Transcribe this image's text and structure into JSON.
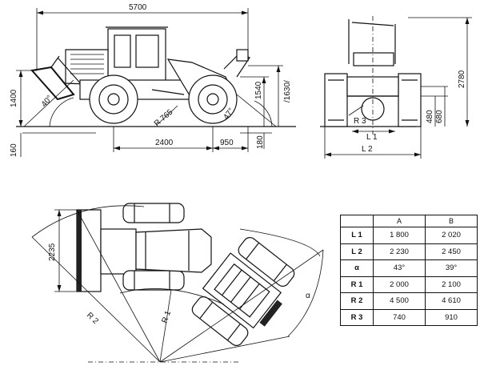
{
  "dimensions": {
    "overall_length": "5700",
    "blade_height": "1400",
    "ground_clearance": "160",
    "wheelbase": "2400",
    "rear_overhang": "950",
    "rear_clearance": "180",
    "hitch_height": "1540",
    "hitch_height_alt": "/1630/",
    "front_angle": "40°",
    "rear_angle": "47°",
    "radius_765": "R 765",
    "overall_height": "2780",
    "axle_height_480": "480",
    "axle_height_680": "680",
    "r3_label": "R 3",
    "l1_label": "L 1",
    "l2_label": "L 2",
    "plan_width": "2235",
    "r1_label": "R 1",
    "r2_label": "R 2",
    "alpha_label": "α"
  },
  "table": {
    "headers": [
      "",
      "A",
      "B"
    ],
    "rows": [
      {
        "label": "L 1",
        "a": "1 800",
        "b": "2 020"
      },
      {
        "label": "L 2",
        "a": "2 230",
        "b": "2 450"
      },
      {
        "label": "α",
        "a": "43°",
        "b": "39°"
      },
      {
        "label": "R 1",
        "a": "2 000",
        "b": "2 100"
      },
      {
        "label": "R 2",
        "a": "4 500",
        "b": "4 610"
      },
      {
        "label": "R 3",
        "a": "740",
        "b": "910"
      }
    ]
  }
}
